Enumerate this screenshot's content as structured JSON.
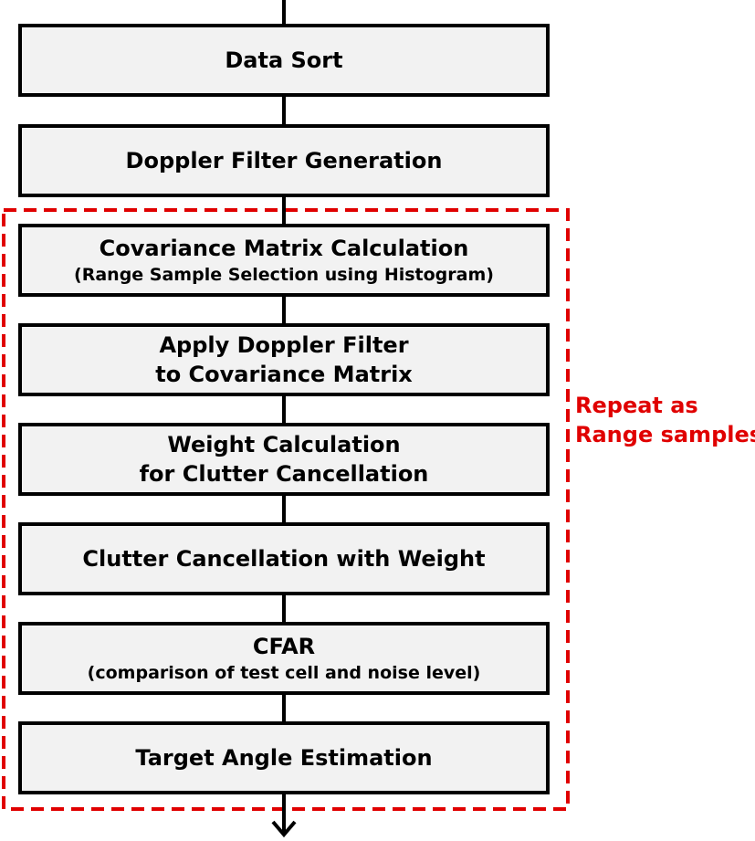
{
  "diagram": {
    "steps": [
      {
        "id": "data-sort",
        "lines": [
          "Data Sort"
        ]
      },
      {
        "id": "doppler-filter-generation",
        "lines": [
          "Doppler Filter Generation"
        ]
      },
      {
        "id": "covariance-matrix-calculation",
        "lines": [
          "Covariance Matrix Calculation"
        ],
        "sublines": [
          "(Range Sample Selection using Histogram)"
        ]
      },
      {
        "id": "apply-doppler-filter",
        "lines": [
          "Apply Doppler Filter",
          "to Covariance Matrix"
        ]
      },
      {
        "id": "weight-calculation",
        "lines": [
          "Weight Calculation",
          "for Clutter Cancellation"
        ]
      },
      {
        "id": "clutter-cancellation",
        "lines": [
          "Clutter Cancellation with Weight"
        ]
      },
      {
        "id": "cfar",
        "lines": [
          "CFAR"
        ],
        "sublines": [
          "(comparison of test cell and noise level)"
        ]
      },
      {
        "id": "target-angle-estimation",
        "lines": [
          "Target Angle Estimation"
        ]
      }
    ],
    "loop": {
      "label_lines": [
        "Repeat as",
        "Range samples"
      ],
      "color": "#e00000",
      "from_step": 2,
      "to_step": 7
    },
    "colors": {
      "box_fill": "#f2f2f2",
      "box_border": "#000000",
      "arrow": "#000000"
    }
  }
}
